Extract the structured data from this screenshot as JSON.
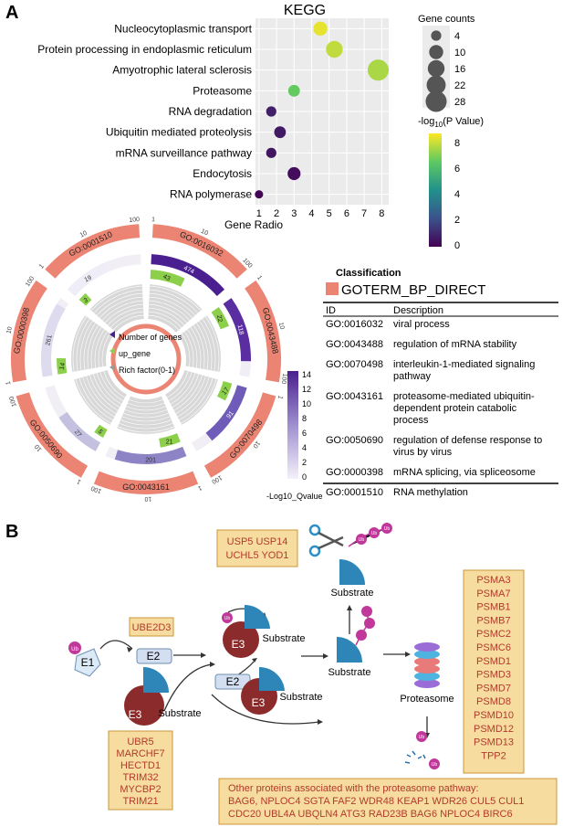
{
  "panel_a_label": "A",
  "panel_b_label": "B",
  "kegg": {
    "title": "KEGG",
    "xlabel": "Gene Radio",
    "x_ticks": [
      "1",
      "2",
      "3",
      "4",
      "5",
      "6",
      "7",
      "8"
    ],
    "pathways": [
      {
        "name": "Nucleocytoplasmic transport",
        "ratio": 4.5,
        "count": 10,
        "neglogp": 8.0
      },
      {
        "name": "Protein processing in endoplasmic reticulum",
        "ratio": 5.3,
        "count": 16,
        "neglogp": 7.5
      },
      {
        "name": "Amyotrophic lateral sclerosis",
        "ratio": 7.8,
        "count": 28,
        "neglogp": 7.2
      },
      {
        "name": "Proteasome",
        "ratio": 3.0,
        "count": 6,
        "neglogp": 6.3
      },
      {
        "name": "RNA degradation",
        "ratio": 1.7,
        "count": 4,
        "neglogp": 0.8
      },
      {
        "name": "Ubiquitin mediated proteolysis",
        "ratio": 2.2,
        "count": 6,
        "neglogp": 0.6
      },
      {
        "name": "mRNA surveillance pathway",
        "ratio": 1.7,
        "count": 4,
        "neglogp": 0.5
      },
      {
        "name": "Endocytosis",
        "ratio": 3.0,
        "count": 8,
        "neglogp": 0.3
      },
      {
        "name": "RNA polymerase",
        "ratio": 1.0,
        "count": 2,
        "neglogp": 0.1
      }
    ],
    "size_legend_title": "Gene counts",
    "size_legend": [
      "4",
      "10",
      "16",
      "22",
      "28"
    ],
    "color_legend_title": "-log",
    "color_legend_sub": "10",
    "color_legend_title2": "(P Value)",
    "color_ticks": [
      "8",
      "6",
      "4",
      "2",
      "0"
    ]
  },
  "circos": {
    "sectors": [
      {
        "id": "GO:0016032",
        "genes": 474,
        "up": 43
      },
      {
        "id": "GO:0043488",
        "genes": 118,
        "up": 22
      },
      {
        "id": "GO:0070498",
        "genes": 91,
        "up": 17
      },
      {
        "id": "GO:0043161",
        "genes": 201,
        "up": 21
      },
      {
        "id": "GO:0050690",
        "genes": 27,
        "up": 5
      },
      {
        "id": "GO:0000398",
        "genes": 261,
        "up": 14
      },
      {
        "id": "GO:0001510",
        "genes": 19,
        "up": 3
      }
    ],
    "scale_labels": [
      "1",
      "10",
      "100"
    ],
    "legend": [
      "Number of genes",
      "up_gene",
      "Rich factor(0-1)"
    ],
    "qvalue_title": "-Log10_Qvalue",
    "qvalue_ticks": [
      "14",
      "12",
      "10",
      "8",
      "6",
      "4",
      "2",
      "0"
    ]
  },
  "go_table": {
    "classification_label": "Classification",
    "category": "GOTERM_BP_DIRECT",
    "headers": [
      "ID",
      "Description"
    ],
    "rows": [
      {
        "id": "GO:0016032",
        "desc": [
          "viral process"
        ]
      },
      {
        "id": "GO:0043488",
        "desc": [
          "regulation of mRNA stability"
        ]
      },
      {
        "id": "GO:0070498",
        "desc": [
          "interleukin-1-mediated signaling",
          "pathway"
        ]
      },
      {
        "id": "GO:0043161",
        "desc": [
          "proteasome-mediated ubiquitin-",
          "dependent protein catabolic",
          "process"
        ]
      },
      {
        "id": "GO:0050690",
        "desc": [
          "regulation of defense response to",
          "virus by virus"
        ]
      },
      {
        "id": "GO:0000398",
        "desc": [
          "mRNA splicing, via spliceosome"
        ]
      },
      {
        "id": "GO:0001510",
        "desc": [
          "RNA methylation"
        ]
      }
    ]
  },
  "pathway": {
    "ub": "Ub",
    "e1": "E1",
    "e2": "E2",
    "e3": "E3",
    "substrate": "Substrate",
    "proteasome": "Proteasome",
    "e2_gene": "UBE2D3",
    "dub_genes": [
      "USP5 USP14",
      "UCHL5  YOD1"
    ],
    "e3_genes": [
      "UBR5",
      "MARCHF7",
      "HECTD1",
      "TRIM32",
      "MYCBP2",
      "TRIM21"
    ],
    "proteasome_genes": [
      "PSMA3",
      "PSMA7",
      "PSMB1",
      "PSMB7",
      "PSMC2",
      "PSMC6",
      "PSMD1",
      "PSMD3",
      "PSMD7",
      "PSMD8",
      "PSMD10",
      "PSMD12",
      "PSMD13",
      "TPP2"
    ],
    "other_title": "Other proteins associated with the proteasome pathway:",
    "other_lines": [
      "BAG6, NPLOC4 SGTA FAF2   WDR48 KEAP1 WDR26 CUL5 CUL1",
      "CDC20 UBL4A UBQLN4 ATG3 RAD23B BAG6 NPLOC4 BIRC6"
    ]
  },
  "colors": {
    "gene_box_fill": "#f7dca0",
    "gene_box_stroke": "#c9963a",
    "gene_text": "#b23a2a",
    "e3_red": "#8c2b2b",
    "substrate_blue": "#2e86b8",
    "ub_magenta": "#c0399a",
    "circos_outer": "#ec8473",
    "circos_green": "#8ccf4a",
    "circos_purple_dark": "#4a1f8f",
    "kegg_panel_bg": "#ebebeb"
  }
}
